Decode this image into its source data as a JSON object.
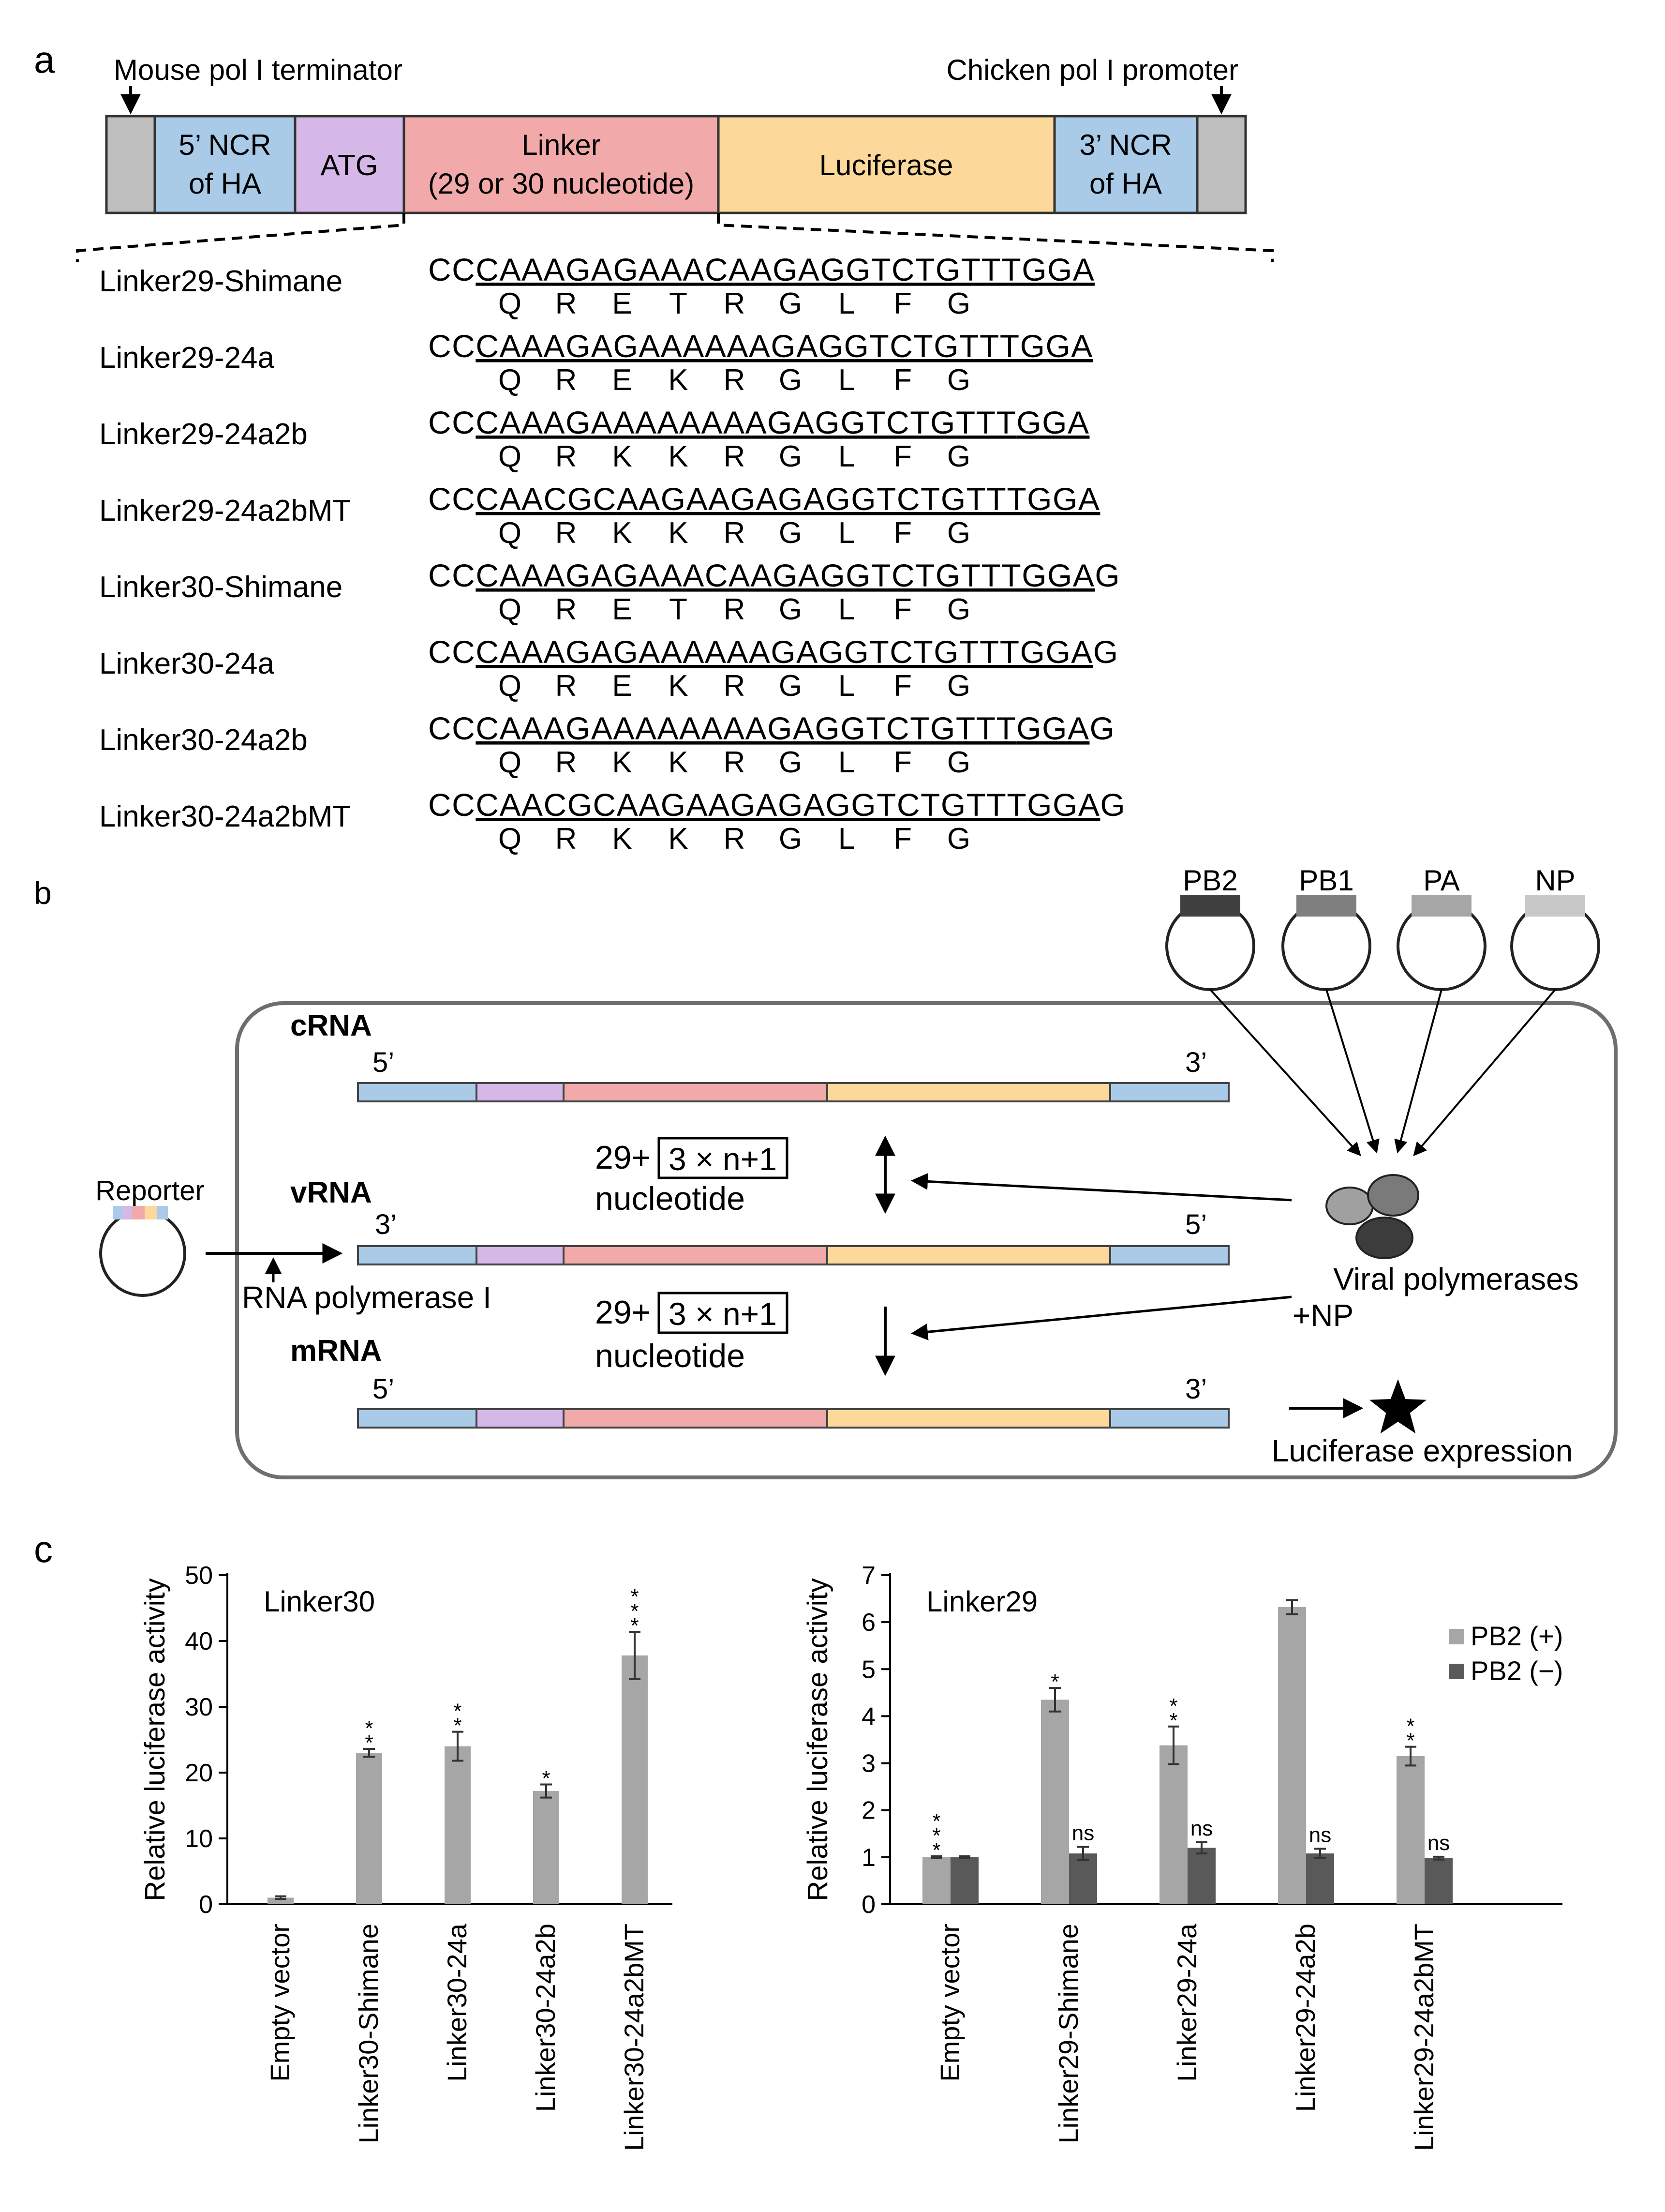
{
  "panel_labels": {
    "a": "a",
    "b": "b",
    "c": "c"
  },
  "colors": {
    "gray": "#bfbfbf",
    "ncr": "#a9cbe8",
    "atg": "#d5b8e8",
    "linker": "#f2a9a9",
    "luciferase": "#fcd99a",
    "pb2": "#404040",
    "pb1": "#7f7f7f",
    "pa": "#a6a6a6",
    "np": "#c8c8c8",
    "bar_plus": "#a6a6a6",
    "bar_minus": "#595959"
  },
  "panel_a": {
    "terminator_label": "Mouse pol I terminator",
    "promoter_label": "Chicken pol I promoter",
    "segments": {
      "ncr5_line1": "5’ NCR",
      "ncr5_line2": "of HA",
      "atg": "ATG",
      "linker_line1": "Linker",
      "linker_line2": "(29 or 30 nucleotide)",
      "luciferase": "Luciferase",
      "ncr3_line1": "3’ NCR",
      "ncr3_line2": "of HA"
    },
    "constructs": [
      {
        "name": "Linker29-Shimane",
        "prefix": "CC",
        "codons": [
          "CAA",
          "AGA",
          "GAA",
          "ACA",
          "AGA",
          "GGT",
          "CTG",
          "TTT",
          "GGA"
        ],
        "suffix": "",
        "aa": [
          "Q",
          "R",
          "E",
          "T",
          "R",
          "G",
          "L",
          "F",
          "G"
        ]
      },
      {
        "name": "Linker29-24a",
        "prefix": "CC",
        "codons": [
          "CAA",
          "AGA",
          "GAA",
          "AAA",
          "AGA",
          "GGT",
          "CTG",
          "TTT",
          "GGA"
        ],
        "suffix": "",
        "aa": [
          "Q",
          "R",
          "E",
          "K",
          "R",
          "G",
          "L",
          "F",
          "G"
        ]
      },
      {
        "name": "Linker29-24a2b",
        "prefix": "CC",
        "codons": [
          "CAA",
          "AGA",
          "AAA",
          "AAA",
          "AGA",
          "GGT",
          "CTG",
          "TTT",
          "GGA"
        ],
        "suffix": "",
        "aa": [
          "Q",
          "R",
          "K",
          "K",
          "R",
          "G",
          "L",
          "F",
          "G"
        ]
      },
      {
        "name": "Linker29-24a2bMT",
        "prefix": "CC",
        "codons": [
          "CAA",
          "CGC",
          "AAG",
          "AAG",
          "AGA",
          "GGT",
          "CTG",
          "TTT",
          "GGA"
        ],
        "suffix": "",
        "aa": [
          "Q",
          "R",
          "K",
          "K",
          "R",
          "G",
          "L",
          "F",
          "G"
        ]
      },
      {
        "name": "Linker30-Shimane",
        "prefix": "CC",
        "codons": [
          "CAA",
          "AGA",
          "GAA",
          "ACA",
          "AGA",
          "GGT",
          "CTG",
          "TTT",
          "GGA"
        ],
        "suffix": "G",
        "aa": [
          "Q",
          "R",
          "E",
          "T",
          "R",
          "G",
          "L",
          "F",
          "G"
        ]
      },
      {
        "name": "Linker30-24a",
        "prefix": "CC",
        "codons": [
          "CAA",
          "AGA",
          "GAA",
          "AAA",
          "AGA",
          "GGT",
          "CTG",
          "TTT",
          "GGA"
        ],
        "suffix": "G",
        "aa": [
          "Q",
          "R",
          "E",
          "K",
          "R",
          "G",
          "L",
          "F",
          "G"
        ]
      },
      {
        "name": "Linker30-24a2b",
        "prefix": "CC",
        "codons": [
          "CAA",
          "AGA",
          "AAA",
          "AAA",
          "AGA",
          "GGT",
          "CTG",
          "TTT",
          "GGA"
        ],
        "suffix": "G",
        "aa": [
          "Q",
          "R",
          "K",
          "K",
          "R",
          "G",
          "L",
          "F",
          "G"
        ]
      },
      {
        "name": "Linker30-24a2bMT",
        "prefix": "CC",
        "codons": [
          "CAA",
          "CGC",
          "AAG",
          "AAG",
          "AGA",
          "GGT",
          "CTG",
          "TTT",
          "GGA"
        ],
        "suffix": "G",
        "aa": [
          "Q",
          "R",
          "K",
          "K",
          "R",
          "G",
          "L",
          "F",
          "G"
        ]
      }
    ]
  },
  "panel_b": {
    "plasmids": [
      "PB2",
      "PB1",
      "PA",
      "NP"
    ],
    "crna": "cRNA",
    "vrna": "vRNA",
    "mrna": "mRNA",
    "five_prime": "5’",
    "three_prime": "3’",
    "formula_prefix": "29+",
    "formula_box": "3 × n+1",
    "nucleotide": "nucleotide",
    "reporter": "Reporter",
    "rna_pol": "RNA polymerase I",
    "viral_pol_line1": "Viral polymerases",
    "viral_pol_line2": "+NP",
    "luciferase_expression": "Luciferase expression"
  },
  "chart_data": [
    {
      "type": "bar",
      "title": "Linker30",
      "ylabel": "Relative luciferase activity",
      "ylim": [
        0,
        50
      ],
      "yticks": [
        0,
        10,
        20,
        30,
        40,
        50
      ],
      "categories": [
        "Empty  vector",
        "Linker30-Shimane",
        "Linker30-24a",
        "Linker30-24a2b",
        "Linker30-24a2bMT"
      ],
      "series": [
        {
          "values": [
            1.0,
            23.0,
            24.0,
            17.2,
            37.8
          ],
          "errors": [
            0.2,
            0.6,
            2.2,
            1.0,
            3.6
          ]
        }
      ],
      "annotations": [
        "",
        "* *",
        "* *",
        "*",
        "* * *"
      ]
    },
    {
      "type": "bar",
      "title": "Linker29",
      "ylabel": "Relative luciferase activity",
      "ylim": [
        0,
        7
      ],
      "yticks": [
        0,
        1,
        2,
        3,
        4,
        5,
        6,
        7
      ],
      "categories": [
        "Empty  vector",
        "Linker29-Shimane",
        "Linker29-24a",
        "Linker29-24a2b",
        "Linker29-24a2bMT"
      ],
      "legend": "top-right",
      "series": [
        {
          "name": "PB2 (+)",
          "values": [
            1.0,
            4.35,
            3.38,
            6.32,
            3.15
          ],
          "errors": [
            0.02,
            0.25,
            0.4,
            0.15,
            0.2
          ]
        },
        {
          "name": "PB2 (−)",
          "values": [
            1.0,
            1.08,
            1.2,
            1.08,
            0.98
          ],
          "errors": [
            0.02,
            0.14,
            0.12,
            0.1,
            0.03
          ]
        }
      ],
      "annotations_plus": [
        "* * *",
        "*",
        "* *",
        "",
        "* *"
      ],
      "annotations_minus": [
        "",
        "ns",
        "ns",
        "ns",
        "ns"
      ]
    }
  ]
}
